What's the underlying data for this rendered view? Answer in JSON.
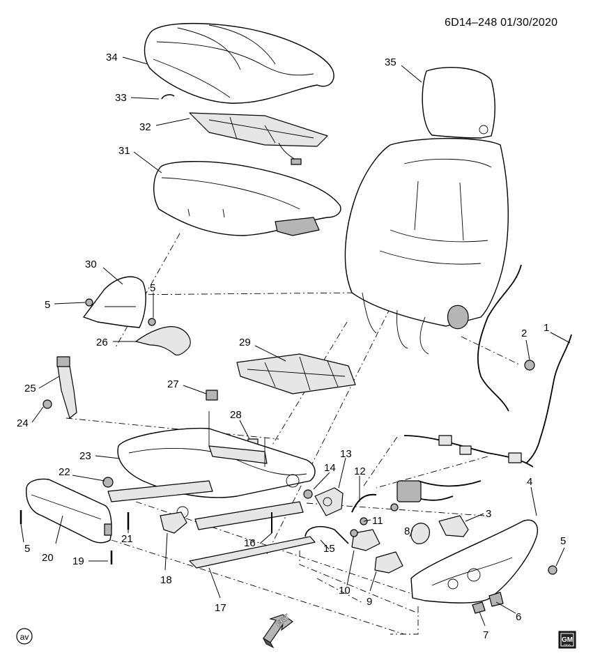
{
  "reference": "6D14–248  01/30/2020",
  "view_marker": "av",
  "front_arrow_label": "FRT",
  "brand_logo": {
    "text": "GM",
    "sub": "OCA"
  },
  "callouts": [
    {
      "id": "c34",
      "label": "34"
    },
    {
      "id": "c33",
      "label": "33"
    },
    {
      "id": "c32",
      "label": "32"
    },
    {
      "id": "c31",
      "label": "31"
    },
    {
      "id": "c35",
      "label": "35"
    },
    {
      "id": "c30",
      "label": "30"
    },
    {
      "id": "c5a",
      "label": "5"
    },
    {
      "id": "c5b",
      "label": "5"
    },
    {
      "id": "c26",
      "label": "26"
    },
    {
      "id": "c29",
      "label": "29"
    },
    {
      "id": "c2",
      "label": "2"
    },
    {
      "id": "c1",
      "label": "1"
    },
    {
      "id": "c25",
      "label": "25"
    },
    {
      "id": "c27",
      "label": "27"
    },
    {
      "id": "c24",
      "label": "24"
    },
    {
      "id": "c28",
      "label": "28"
    },
    {
      "id": "c23",
      "label": "23"
    },
    {
      "id": "c13",
      "label": "13"
    },
    {
      "id": "c14",
      "label": "14"
    },
    {
      "id": "c12",
      "label": "12"
    },
    {
      "id": "c22",
      "label": "22"
    },
    {
      "id": "c4",
      "label": "4"
    },
    {
      "id": "c11",
      "label": "11"
    },
    {
      "id": "c3",
      "label": "3"
    },
    {
      "id": "c5c",
      "label": "5"
    },
    {
      "id": "c21",
      "label": "21"
    },
    {
      "id": "c8",
      "label": "8"
    },
    {
      "id": "c20",
      "label": "20"
    },
    {
      "id": "c16",
      "label": "16"
    },
    {
      "id": "c15",
      "label": "15"
    },
    {
      "id": "c5d",
      "label": "5"
    },
    {
      "id": "c19",
      "label": "19"
    },
    {
      "id": "c18",
      "label": "18"
    },
    {
      "id": "c10",
      "label": "10"
    },
    {
      "id": "c9",
      "label": "9"
    },
    {
      "id": "c6",
      "label": "6"
    },
    {
      "id": "c17",
      "label": "17"
    },
    {
      "id": "c7",
      "label": "7"
    }
  ]
}
